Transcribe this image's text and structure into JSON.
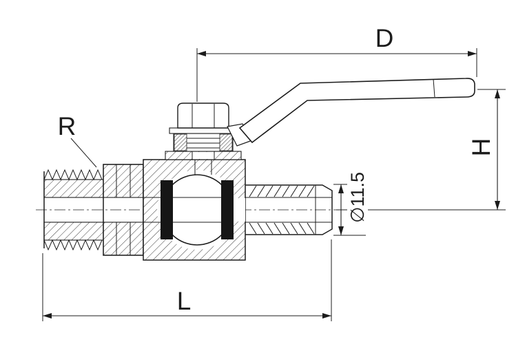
{
  "labels": {
    "dim_d": "D",
    "dim_h": "H",
    "dim_r": "R",
    "dim_l": "L",
    "dim_diameter": "∅11.5"
  },
  "colors": {
    "line": "#1c1c1c",
    "seat_fill": "#161616",
    "background": "#ffffff"
  }
}
